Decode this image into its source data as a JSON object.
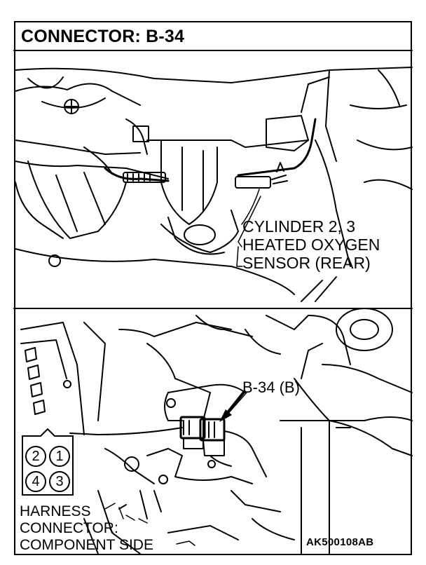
{
  "title": "CONNECTOR: B-34",
  "sensor_label": [
    "CYLINDER 2, 3",
    "HEATED OXYGEN",
    "SENSOR (REAR)"
  ],
  "connector_label": "B-34 (B)",
  "harness_label": [
    "HARNESS",
    "CONNECTOR:",
    "COMPONENT SIDE"
  ],
  "figure_code": "AK500108AB",
  "pins": [
    "2",
    "1",
    "4",
    "3"
  ],
  "colors": {
    "line": "#000000",
    "background": "#ffffff"
  }
}
